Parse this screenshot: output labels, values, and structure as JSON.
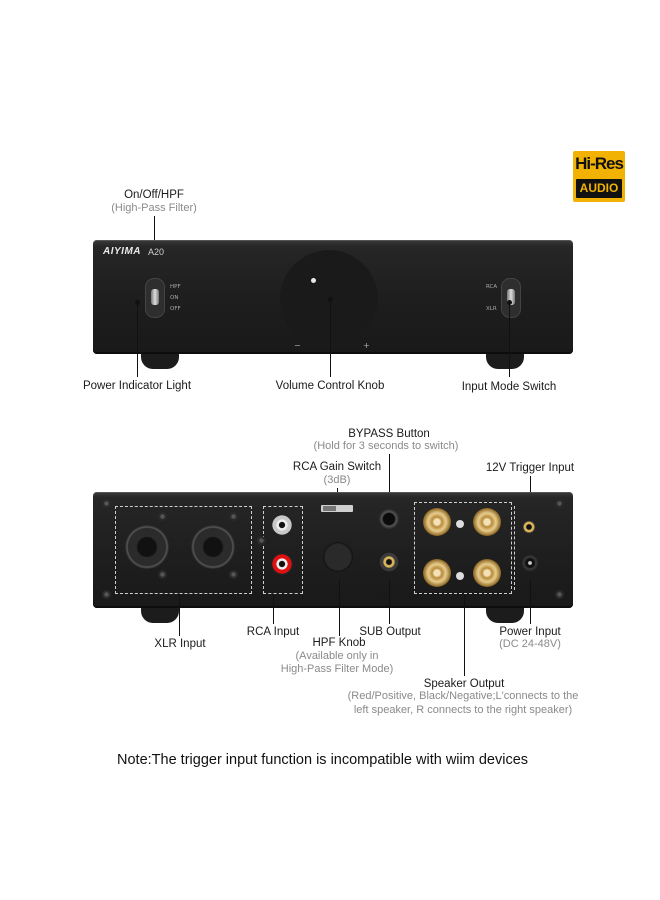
{
  "badge": {
    "line1": "Hi-Res",
    "line2": "AUDIO"
  },
  "front": {
    "brand": "AIYIMA",
    "model": "A20",
    "switch_positions": [
      "HPF",
      "ON",
      "OFF"
    ],
    "input_positions": [
      "RCA",
      "XLR"
    ],
    "knob_minus": "−",
    "knob_plus": "+"
  },
  "front_callouts": {
    "onoff_title": "On/Off/HPF",
    "onoff_sub": "(High-Pass Filter)",
    "power_light": "Power Indicator Light",
    "volume_knob": "Volume Control Knob",
    "input_switch": "Input Mode Switch"
  },
  "back_callouts": {
    "bypass_title": "BYPASS Button",
    "bypass_sub": "(Hold for 3 seconds to switch)",
    "rca_gain_title": "RCA Gain Switch",
    "rca_gain_sub": "(3dB)",
    "trigger": "12V Trigger Input",
    "xlr_input": "XLR Input",
    "rca_input": "RCA Input",
    "sub_output": "SUB Output",
    "power_input_title": "Power Input",
    "power_input_sub": "(DC 24-48V)",
    "hpf_title": "HPF Knob",
    "hpf_sub1": "(Available only in",
    "hpf_sub2": "High-Pass Filter Mode)",
    "speaker_title": "Speaker Output",
    "speaker_sub1": "(Red/Positive, Black/Negative;L'connects to the",
    "speaker_sub2": "left speaker, R connects to the right speaker)"
  },
  "note": "Note:The trigger input function is incompatible with wiim devices"
}
